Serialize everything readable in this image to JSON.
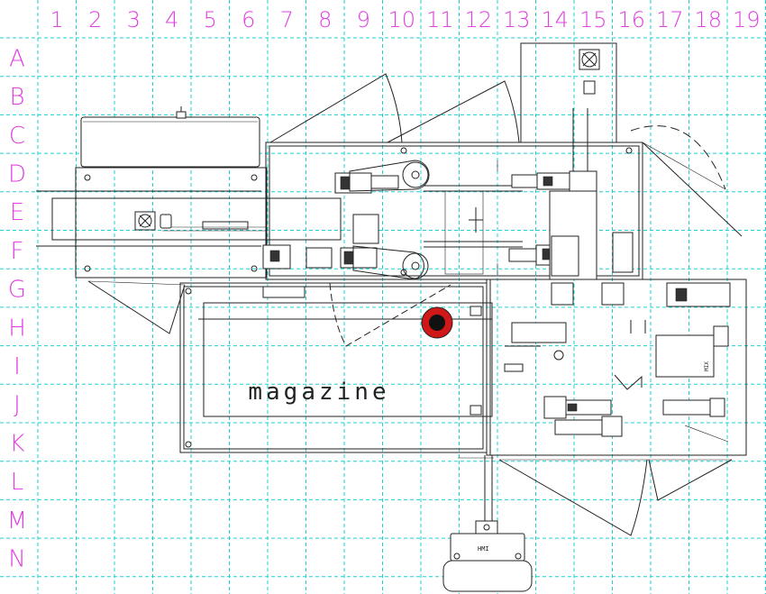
{
  "grid": {
    "columns": [
      "1",
      "2",
      "3",
      "4",
      "5",
      "6",
      "7",
      "8",
      "9",
      "10",
      "11",
      "12",
      "13",
      "14",
      "15",
      "16",
      "17",
      "18",
      "19"
    ],
    "rows": [
      "A",
      "B",
      "C",
      "D",
      "E",
      "F",
      "G",
      "H",
      "I",
      "J",
      "K",
      "L",
      "M",
      "N"
    ]
  },
  "labels": {
    "magazine": "magazine",
    "hmi": "HMI",
    "unit": "MIX"
  },
  "colors": {
    "grid_line": "#1fd0d0",
    "grid_label": "#e040e0",
    "drawing_line": "#222222",
    "emergency_stop": "#d01818"
  }
}
